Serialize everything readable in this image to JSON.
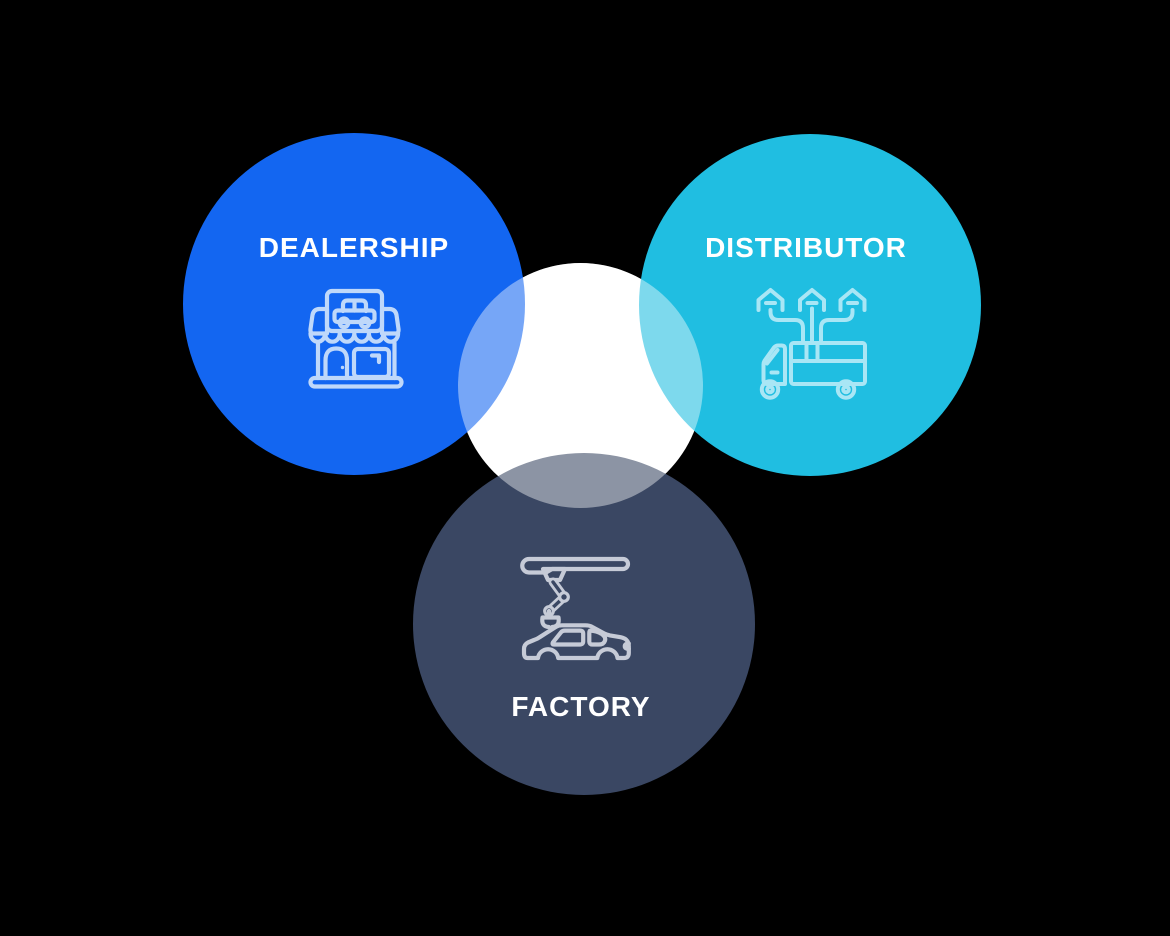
{
  "background_color": "#000000",
  "venn": {
    "label_color": "#FFFFFF",
    "center_circle": {
      "color": "#FFFFFF",
      "overlay_opacity": 0.42
    },
    "circles": [
      {
        "id": "dealership",
        "label": "DEALERSHIP",
        "color": "#1366F1",
        "icon": "storefront-car-icon",
        "icon_color": "#BFD8FA",
        "overlap_tint": "#76A6F7"
      },
      {
        "id": "distributor",
        "label": "DISTRIBUTOR",
        "color": "#20BEE1",
        "icon": "distribution-truck-icon",
        "icon_color": "#A9E6F5",
        "overlap_tint": "#7ED9EE"
      },
      {
        "id": "factory",
        "label": "FACTORY",
        "color": "#3A4763",
        "icon": "robot-arm-car-icon",
        "icon_color": "#C6CBD7",
        "overlap_tint": "#8D94A4"
      }
    ]
  }
}
